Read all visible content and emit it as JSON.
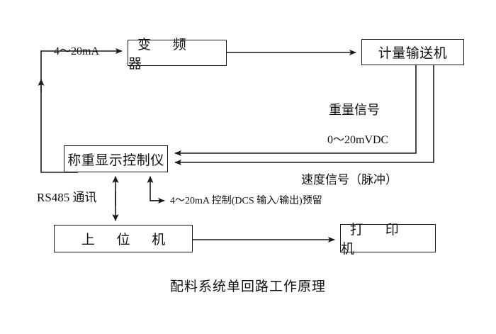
{
  "diagram": {
    "caption": "配料系统单回路工作原理",
    "nodes": {
      "inverter": "变 频 器",
      "metering_conveyor": "计量输送机",
      "weighing_controller": "称重显示控制仪",
      "host_computer": "上 位 机",
      "printer": "打 印 机"
    },
    "labels": {
      "current_loop": "4〜20mA",
      "weight_signal": "重量信号",
      "weight_signal_range": "0〜20mVDC",
      "speed_signal": "速度信号（脉冲）",
      "rs485": "RS485 通讯",
      "dcs_reserved": "4〜20mA 控制(DCS 输入/输出)预留"
    },
    "colors": {
      "background": "#ffffff",
      "line": "#1a1a1a",
      "text": "#111111"
    }
  }
}
